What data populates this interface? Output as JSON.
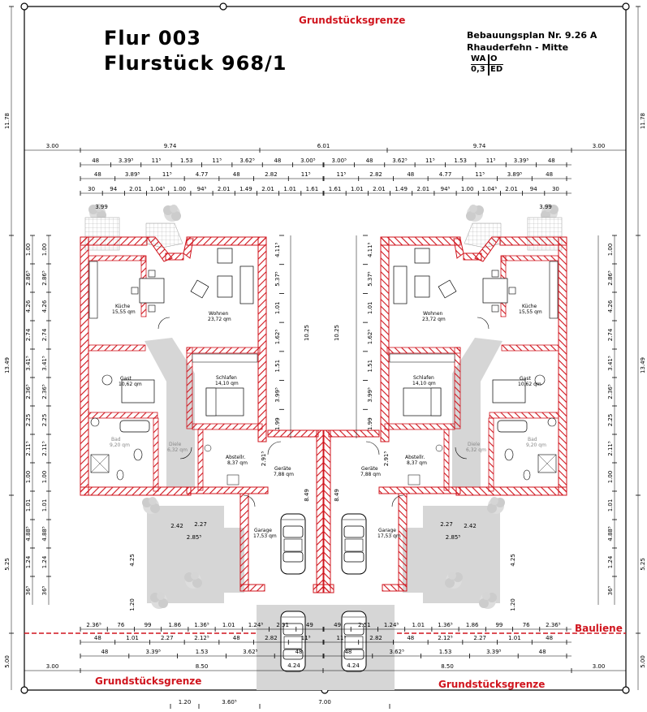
{
  "header": {
    "flur": "Flur 003",
    "flurstueck": "Flurstück 968/1",
    "plan_no": "Bebauungsplan Nr. 9.26 A",
    "location": "Rhauderfehn - Mitte",
    "zoning": {
      "wa": "WA",
      "o": "O",
      "grz": "0,3",
      "ed": "ED"
    }
  },
  "labels": {
    "boundary_top": "Grundstücksgrenze",
    "boundary_bottom_left": "Grundstücksgrenze",
    "boundary_bottom_right": "Grundstücksgrenze",
    "building_line": "Bauliene"
  },
  "rooms": {
    "kueche": "Küche",
    "kueche_area": "15,55 qm",
    "wohnen": "Wohnen",
    "wohnen_area": "23,72 qm",
    "gast": "Gast",
    "gast_area": "10,62 qm",
    "schlafen": "Schlafen",
    "schlafen_area": "14,10 qm",
    "bad": "Bad",
    "bad_area": "9,20 qm",
    "diele": "Diele",
    "diele_area": "6,32 qm",
    "abstellr": "Abstellr.",
    "abstellr_area": "8,37 qm",
    "geraete": "Geräte",
    "geraete_area": "7,88 qm",
    "garage": "Garage",
    "garage_area": "17,53 qm"
  },
  "dims": {
    "overall_top": [
      "3.00",
      "9.74",
      "6.01",
      "9.74",
      "3.00"
    ],
    "row1_left": [
      "48",
      "3.39⁵",
      "11⁵",
      "1.53",
      "11⁵",
      "3.62⁵",
      "48",
      "3.00⁵"
    ],
    "row2_left": [
      "48",
      "3.89⁵",
      "11⁵",
      "4.77",
      "48",
      "2.82",
      "11⁵"
    ],
    "row3_left": [
      "30",
      "94",
      "2.01",
      "1.04⁵",
      "1.00",
      "94⁵",
      "2.01",
      "1.49",
      "2.01",
      "1.01",
      "1.61"
    ],
    "left_vertical": [
      "11.78",
      "13.49",
      "5.25",
      "5.00"
    ],
    "left_inner": [
      "1.00",
      "2.86⁵",
      "4.26",
      "2.74",
      "3.41⁵",
      "2.36⁵",
      "2.25",
      "2.11⁵",
      "1.00",
      "1.01",
      "4.88⁵",
      "1.24",
      "36⁵"
    ],
    "center_inner": [
      "4.11⁵",
      "5.37⁵",
      "1.01",
      "1.62⁵",
      "1.51",
      "3.99⁵",
      "1.99",
      "10.25",
      "2.91⁵",
      "8.49",
      "4.25",
      "1.20"
    ],
    "bottom_row1_left": [
      "2.36⁵",
      "76",
      "99",
      "1.86",
      "1.36⁵",
      "1.01",
      "1.24⁵",
      "2.51",
      "49"
    ],
    "bottom_row2_left": [
      "48",
      "1.01",
      "2.27",
      "2.12⁵",
      "48",
      "2.82",
      "11⁵"
    ],
    "bottom_row3_left": [
      "48",
      "3.39⁵",
      "1.53",
      "3.62⁵",
      "48"
    ],
    "overall_bottom": [
      "3.00",
      "8.50",
      "8.50",
      "3.00"
    ],
    "garage_front": [
      "4.24",
      "4.24"
    ],
    "terrace": [
      "3.99",
      "2.27",
      "2.85⁵",
      "2.42"
    ],
    "bottom_extra": [
      "1.20",
      "3.60⁵",
      "7.00"
    ]
  }
}
